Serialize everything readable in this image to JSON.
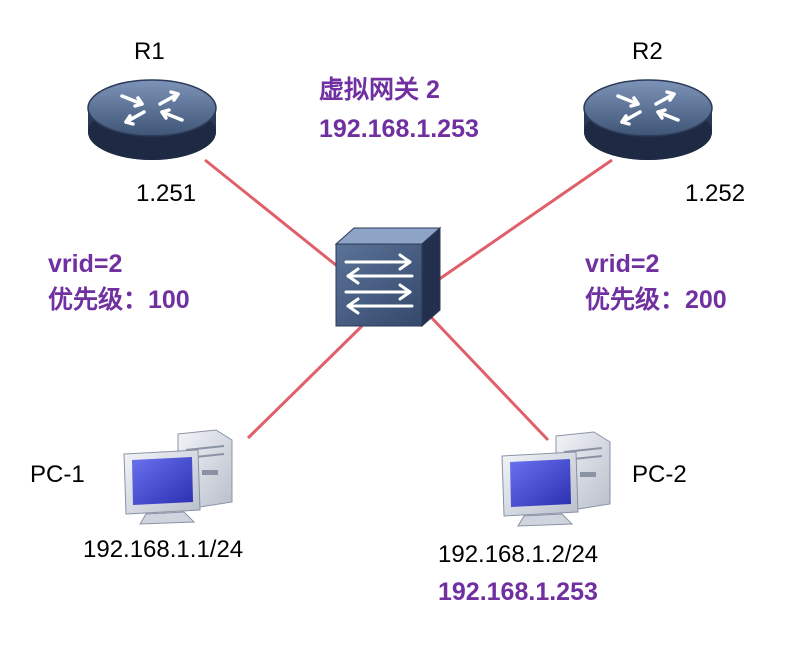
{
  "colors": {
    "link": "#e0606a",
    "accent": "#7030a0",
    "router_body": "#3d5272",
    "switch_body": "#3d5272",
    "pc_body": "#d9dde6",
    "pc_screen": "#3a40d0"
  },
  "routers": [
    {
      "name": "R1",
      "interface": "1.251",
      "icon": "router-icon"
    },
    {
      "name": "R2",
      "interface": "1.252",
      "icon": "router-icon"
    }
  ],
  "virtual_gateway": {
    "title": "虚拟网关 2",
    "ip": "192.168.1.253"
  },
  "vrrp": [
    {
      "vrid": "vrid=2",
      "priority": "优先级：100"
    },
    {
      "vrid": "vrid=2",
      "priority": "优先级：200"
    }
  ],
  "switch": {
    "icon": "switch-icon"
  },
  "pcs": [
    {
      "name": "PC-1",
      "ip": "192.168.1.1/24",
      "gateway": "",
      "icon": "pc-icon"
    },
    {
      "name": "PC-2",
      "ip": "192.168.1.2/24",
      "gateway": "192.168.1.253",
      "icon": "pc-icon"
    }
  ]
}
